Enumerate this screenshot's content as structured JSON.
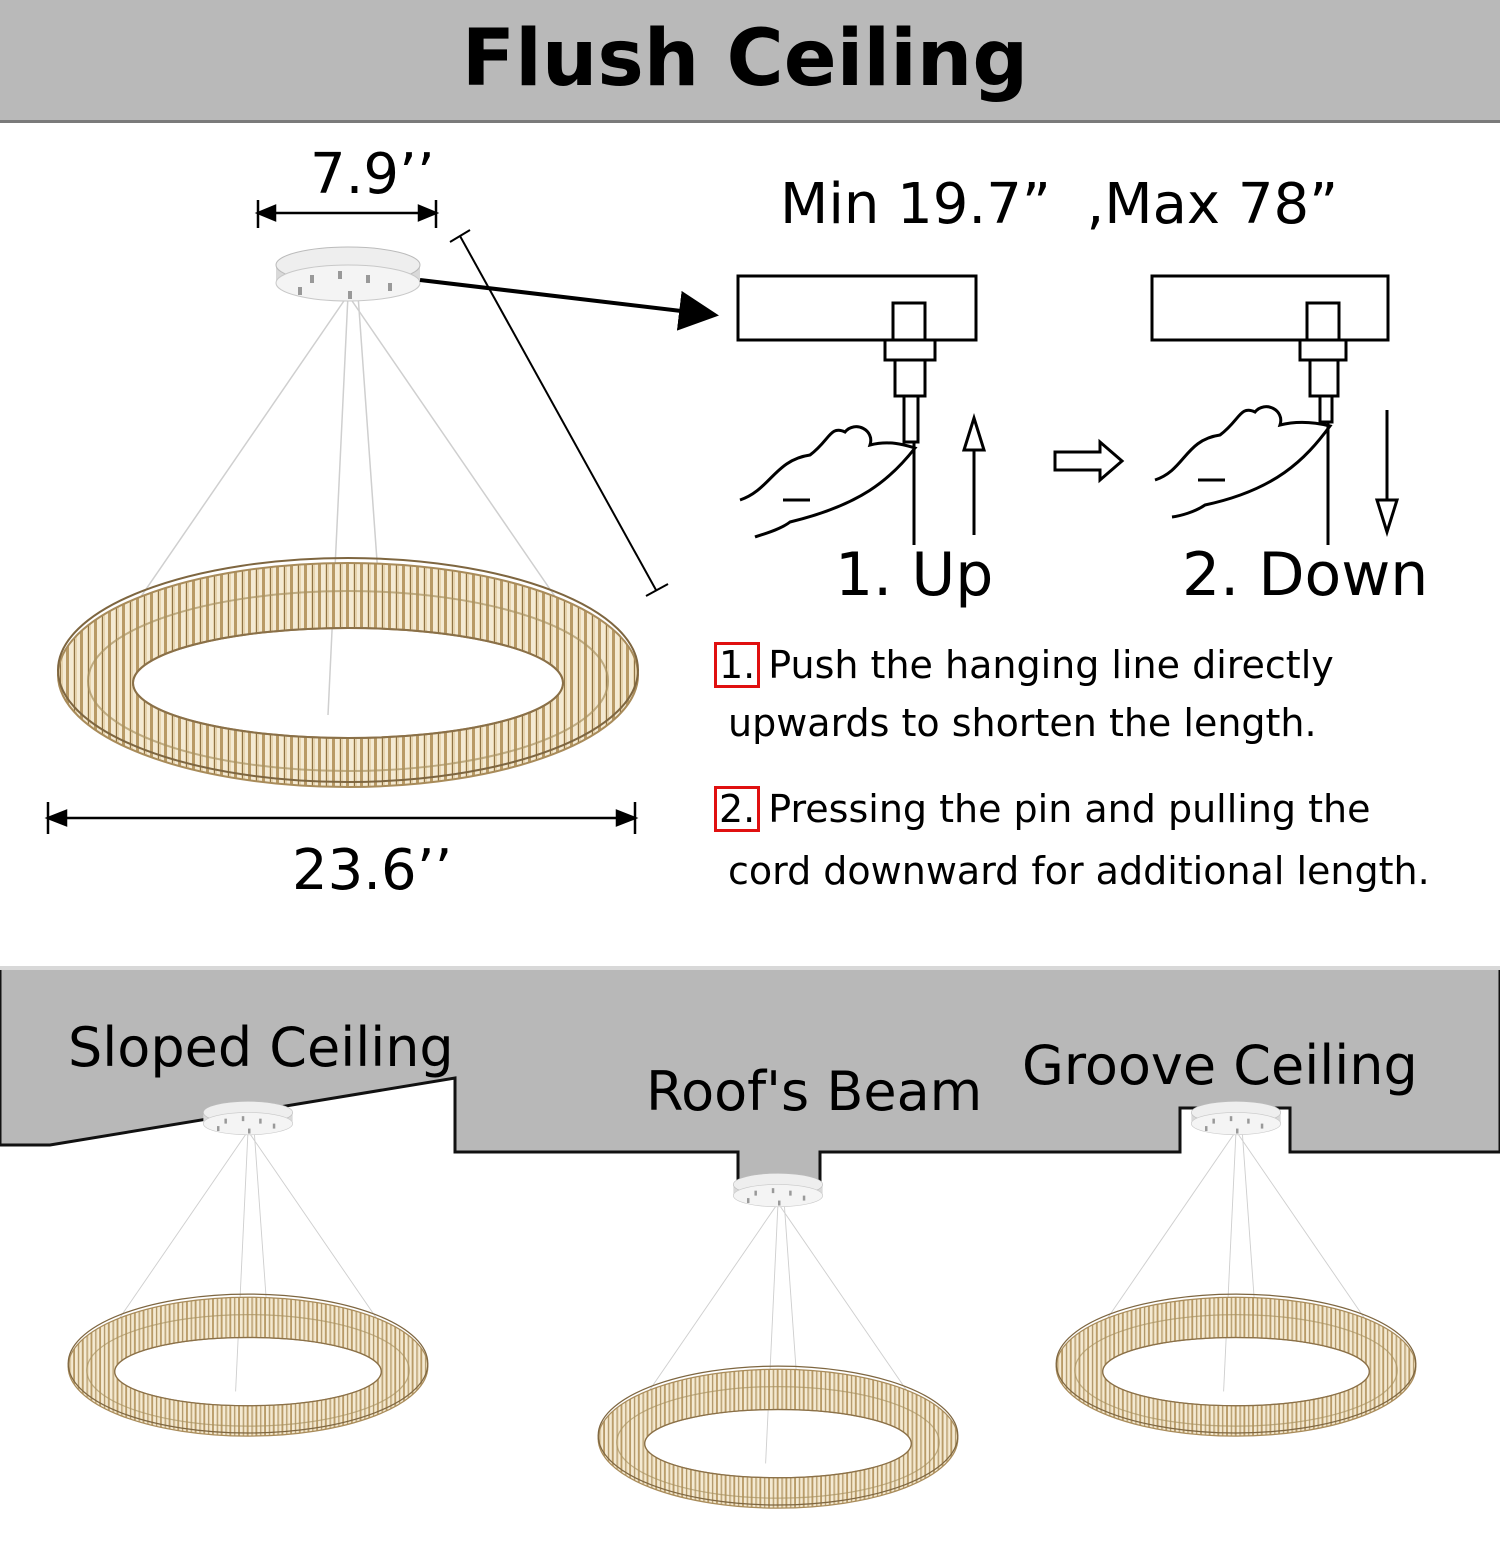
{
  "header": {
    "title": "Flush Ceiling"
  },
  "dimensions": {
    "canopy_width": "7.9’’",
    "ring_width": "23.6’’",
    "length_range": "Min 19.7”  ,Max 78”"
  },
  "steps": [
    {
      "label": "1. Up"
    },
    {
      "label": "2. Down"
    }
  ],
  "instructions": [
    {
      "num": "1.",
      "line1": "Push the hanging line directly",
      "line2": "upwards to shorten the length."
    },
    {
      "num": "2.",
      "line1": "Pressing the pin and pulling the",
      "line2": "cord downward for additional length."
    }
  ],
  "installations": [
    {
      "label": "Sloped Ceiling"
    },
    {
      "label": "Roof's Beam"
    },
    {
      "label": "Groove Ceiling"
    }
  ],
  "colors": {
    "header_bg": "#b9b9b9",
    "ceiling_gray": "#b8b8b8",
    "highlight_box": "#e01010",
    "crystal_gold": "#c9a672"
  }
}
